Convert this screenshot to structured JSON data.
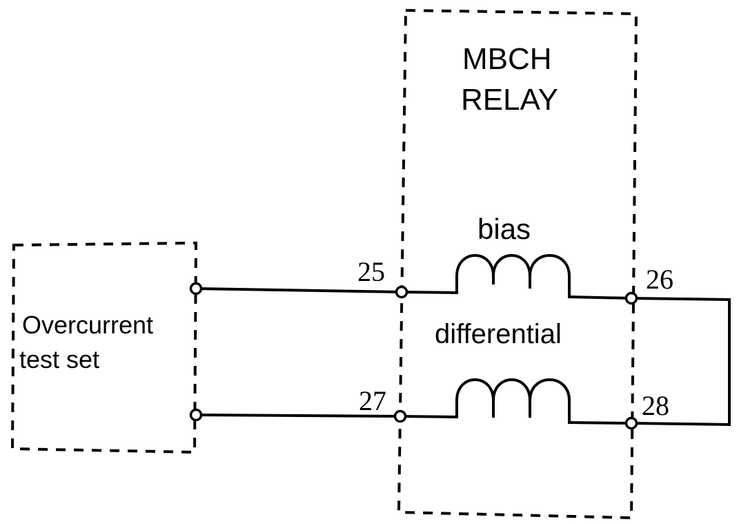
{
  "relay": {
    "title_line1": "MBCH",
    "title_line2": "RELAY"
  },
  "test_set": {
    "label_line1": "Overcurrent",
    "label_line2": "test set"
  },
  "coils": {
    "bias": "bias",
    "differential": "differential"
  },
  "terminals": {
    "t25": "25",
    "t26": "26",
    "t27": "27",
    "t28": "28"
  },
  "colors": {
    "ink": "#000000",
    "background": "#ffffff"
  }
}
